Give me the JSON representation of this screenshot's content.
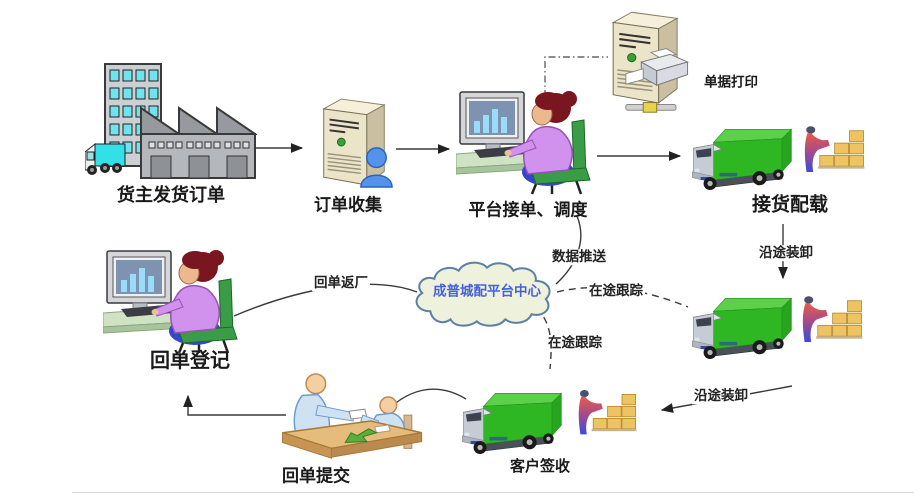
{
  "diagram": {
    "nodes": {
      "shipper": {
        "label": "货主发货订单"
      },
      "order_collection": {
        "label": "订单收集"
      },
      "platform_dispatch": {
        "label": "平台接单、调度"
      },
      "document_print": {
        "label": "单据打印"
      },
      "pickup_loading": {
        "label": "接货配载"
      },
      "receipt_registration": {
        "label": "回单登记"
      },
      "receipt_submission": {
        "label": "回单提交"
      },
      "customer_sign": {
        "label": "客户签收"
      },
      "cloud_center": {
        "label": "成普城配平台中心"
      }
    },
    "edges": {
      "data_push": {
        "label": "数据推送"
      },
      "in_transit_tracking_right": {
        "label": "在途跟踪"
      },
      "in_transit_tracking_lower": {
        "label": "在途跟踪"
      },
      "receipt_return": {
        "label": "回单返厂"
      },
      "enroute_handling_upper": {
        "label": "沿途装卸"
      },
      "enroute_handling_lower": {
        "label": "沿途装卸"
      }
    },
    "colors": {
      "truck_green": "#2fb623",
      "truck_green_top": "#5cd04a",
      "cloud_fill": "#eef1dc",
      "cloud_border": "#5b82a6",
      "cloud_text": "#4562d8",
      "box_tan": "#eec463",
      "server_beige": "#ece4c8",
      "label_text": "#1a1a1a"
    }
  }
}
